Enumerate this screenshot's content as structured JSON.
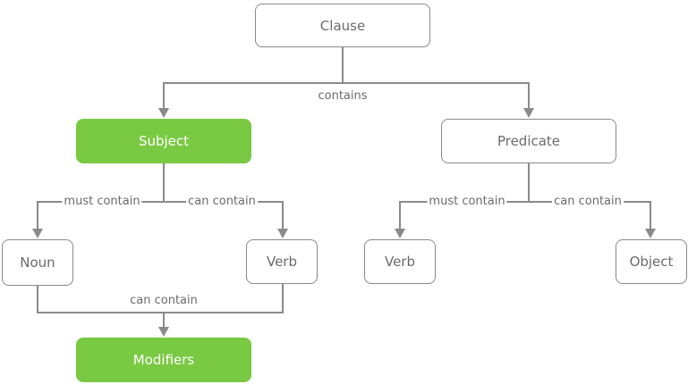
{
  "nodes": {
    "clause": "Clause",
    "subject": "Subject",
    "predicate": "Predicate",
    "noun": "Noun",
    "subject_verb": "Verb",
    "modifiers": "Modifiers",
    "predicate_verb": "Verb",
    "object": "Object"
  },
  "edges": {
    "clause_contains": "contains",
    "subject_must_contain": "must contain",
    "subject_can_contain": "can contain",
    "noun_verb_can_contain": "can contain",
    "predicate_must_contain": "must contain",
    "predicate_can_contain": "can contain"
  },
  "colors": {
    "highlight": "#7ac943",
    "line": "#8a8a8a",
    "text": "#6b6b6b"
  }
}
